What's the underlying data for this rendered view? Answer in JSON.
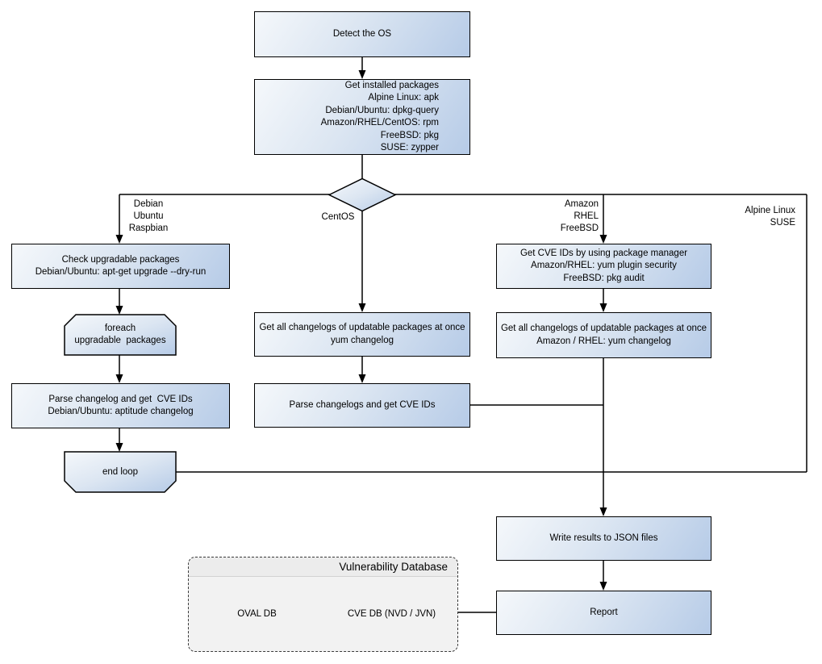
{
  "diagram": {
    "nodes": {
      "detect_os": "Detect the OS",
      "get_installed_packages": "Get installed packages\nAlpine Linux: apk\nDebian/Ubuntu: dpkg-query\nAmazon/RHEL/CentOS: rpm\nFreeBSD: pkg\nSUSE: zypper",
      "check_upgradable": "Check upgradable packages\nDebian/Ubuntu: apt-get upgrade --dry-run",
      "foreach_loop": "foreach\nupgradable  packages",
      "parse_changelog_left": "Parse changelog and get  CVE IDs\nDebian/Ubuntu: aptitude changelog",
      "end_loop": "end loop",
      "yum_changelog_centos": "Get all changelogs of updatable packages at once\nyum changelog",
      "parse_changelogs_mid": "Parse changelogs and get CVE IDs",
      "get_cve_ids_pkg_mgr": "Get CVE IDs by using package manager\nAmazon/RHEL: yum plugin security\nFreeBSD: pkg audit",
      "yum_changelog_amazon": "Get all changelogs of updatable packages at once\nAmazon / RHEL: yum changelog",
      "write_results": "Write results to JSON files",
      "report": "Report"
    },
    "branch_labels": {
      "debian": "Debian\nUbuntu\nRaspbian",
      "centos": "CentOS",
      "amazon": "Amazon\nRHEL\nFreeBSD",
      "alpine": "Alpine Linux\nSUSE"
    },
    "database": {
      "title": "Vulnerability Database",
      "oval_db": "OVAL DB",
      "cve_db": "CVE DB (NVD / JVN)"
    },
    "colors": {
      "node_fill_light": "#f5f8fb",
      "node_fill_dark": "#b6cbe7",
      "node_border": "#000000",
      "db_container_fill": "#f2f2f2",
      "line": "#000000"
    }
  }
}
